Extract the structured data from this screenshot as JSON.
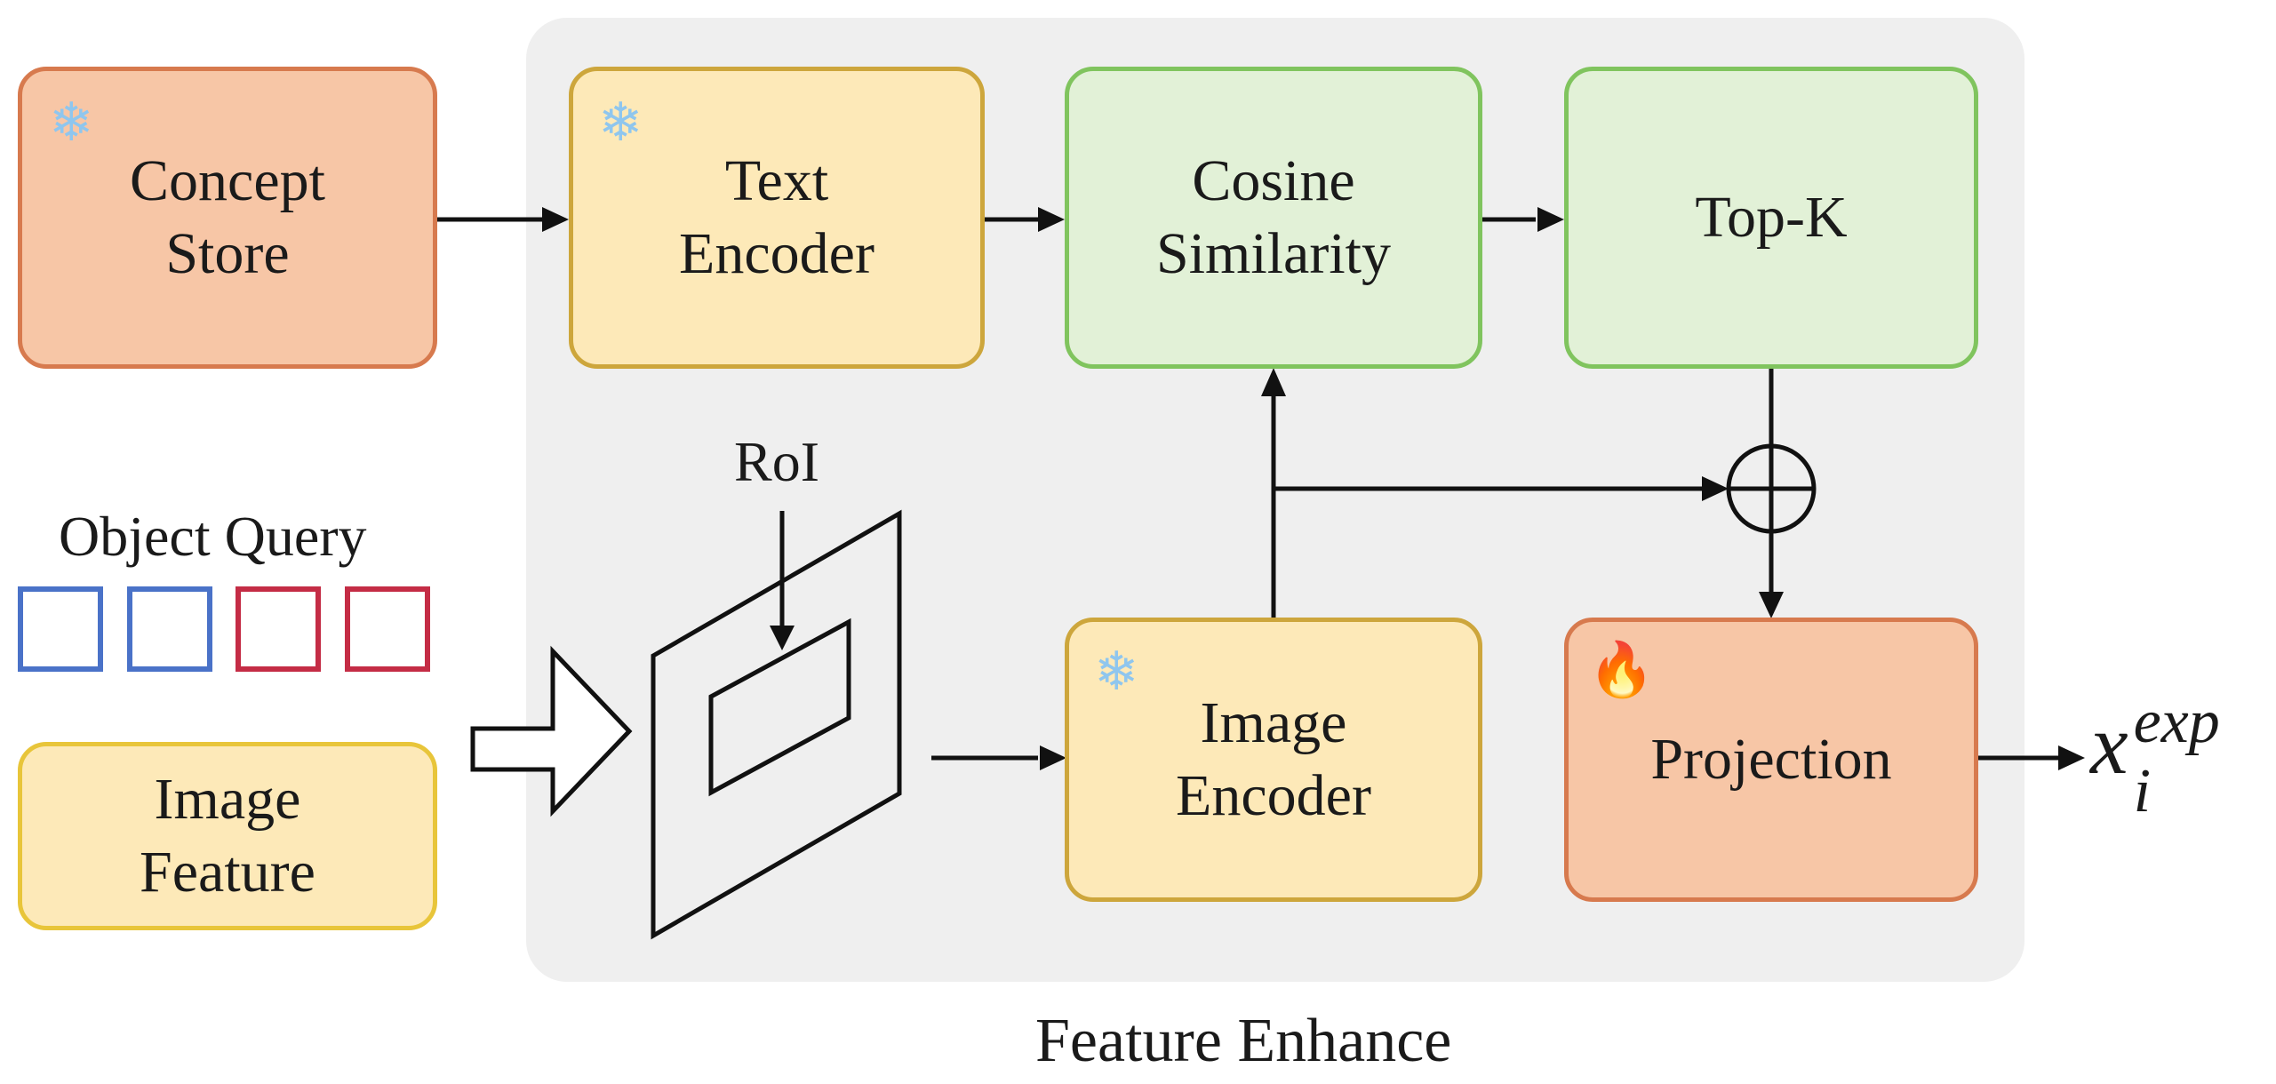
{
  "panel": {
    "title": "Feature Enhance"
  },
  "inputs": {
    "concept_store": "Concept\nStore",
    "object_query": "Object Query",
    "image_feature": "Image\nFeature"
  },
  "blocks": {
    "text_encoder": "Text\nEncoder",
    "cosine_similarity": "Cosine\nSimilarity",
    "top_k": "Top-K",
    "image_encoder": "Image\nEncoder",
    "projection": "Projection"
  },
  "roi_label": "RoI",
  "output": {
    "base": "x",
    "subscript": "i",
    "superscript": "exp"
  },
  "icons": {
    "frozen": "snowflake-icon",
    "trainable": "fire-icon"
  },
  "colors": {
    "orange_fill": "#f7c6a6",
    "yellow_fill": "#fde9b8",
    "green_fill": "#e2f1d7",
    "query_blue": "#4a72c8",
    "query_red": "#c42c45"
  }
}
